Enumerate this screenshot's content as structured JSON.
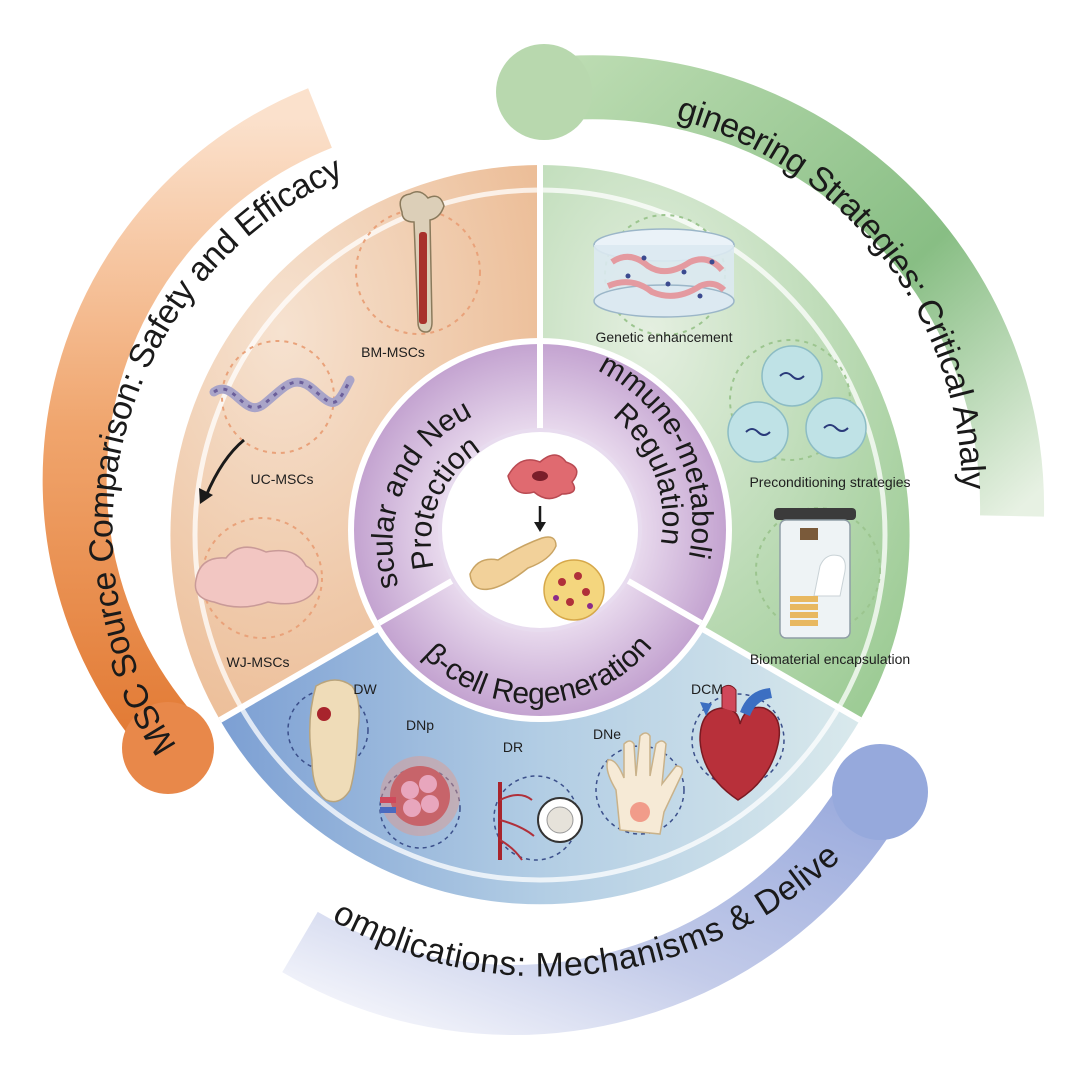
{
  "outer_arcs": {
    "msc_source": "MSC Source Comparison: Safety and Efficacy",
    "engineering": "Engineering Strategies: Critical Analysis",
    "complications": "Complications: Mechanisms & Delivery"
  },
  "core": {
    "vascular_line1": "Vascular and Neural",
    "vascular_line2": "Protection",
    "immune_line1": "Immune-metabolic",
    "immune_line2": "Regulation",
    "beta": "β-cell Regeneration"
  },
  "sources": {
    "bm": "BM-MSCs",
    "uc": "UC-MSCs",
    "wj": "WJ-MSCs"
  },
  "engineering_items": {
    "genetic": "Genetic enhancement",
    "precond": "Preconditioning strategies",
    "biomat": "Biomaterial encapsulation"
  },
  "complications_items": {
    "dw": "DW",
    "dnp": "DNp",
    "dr": "DR",
    "dne": "DNe",
    "dcm": "DCM"
  },
  "colors": {
    "orange": "#e8884a",
    "green": "#8cc08a",
    "blue": "#8fa6d8",
    "purple": "#b48cc4"
  }
}
